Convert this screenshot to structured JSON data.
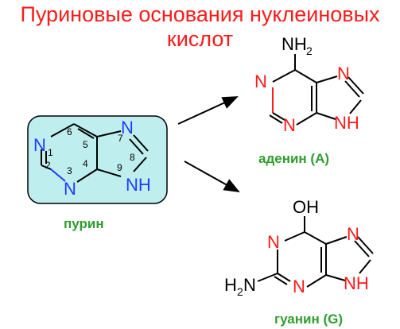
{
  "title": {
    "line1": "Пуриновые основания нуклеиновых",
    "line2": "кислот"
  },
  "purine": {
    "caption": "пурин",
    "atoms": {
      "n1": "N",
      "n3": "N",
      "n7": "N",
      "n9h": "NH"
    },
    "numbers": [
      "1",
      "2",
      "3",
      "4",
      "5",
      "6",
      "7",
      "8",
      "9"
    ],
    "box_color": "#bfeeee"
  },
  "adenine": {
    "caption": "аденин (А)",
    "atoms": {
      "nh2": "NH",
      "nh2_sub": "2",
      "n1": "N",
      "n3": "N",
      "n7": "N",
      "n9h": "NH"
    }
  },
  "guanine": {
    "caption": "гуанин (G)",
    "atoms": {
      "oh": "OH",
      "n1": "N",
      "n3": "N",
      "n7": "N",
      "n9h": "NH",
      "h2n": "H",
      "h2n_sub": "2",
      "h2n_n": "N"
    }
  },
  "colors": {
    "title": "#ff1a1a",
    "caption": "#2e9e2e",
    "nitrogen": "#ff1a1a",
    "purine_n": "#1f3cff"
  }
}
